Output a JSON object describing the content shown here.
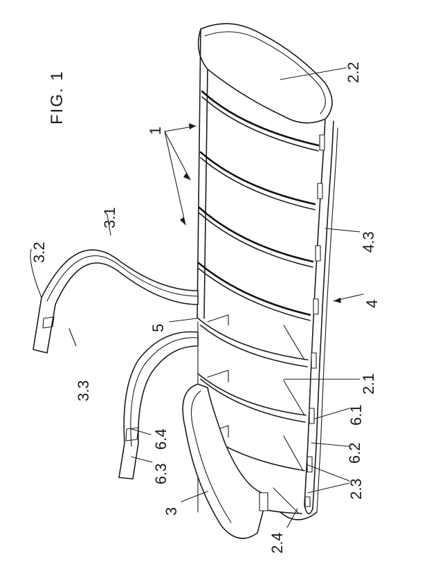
{
  "figure": {
    "title": "FIG. 1",
    "labels": {
      "l1": "1",
      "l2_1": "2.1",
      "l2_2": "2.2",
      "l2_3": "2.3",
      "l2_4": "2.4",
      "l3": "3",
      "l3_1": "3.1",
      "l3_2": "3.2",
      "l3_3": "3.3",
      "l4": "4",
      "l4_3": "4.3",
      "l5": "5",
      "l6_1": "6.1",
      "l6_2": "6.2",
      "l6_3": "6.3",
      "l6_4": "6.4"
    }
  }
}
